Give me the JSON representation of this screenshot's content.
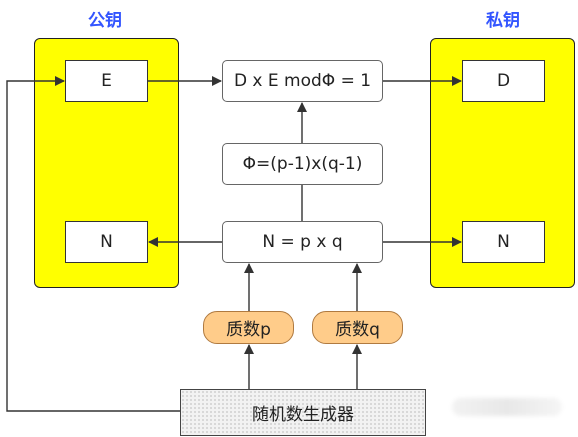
{
  "diagram": {
    "public_key_title": "公钥",
    "private_key_title": "私钥",
    "public_e": "E",
    "public_n": "N",
    "private_d": "D",
    "private_n": "N",
    "formula_de": "D x E modΦ = 1",
    "formula_phi": "Φ=(p-1)x(q-1)",
    "formula_n": "N = p x q",
    "prime_p": "质数p",
    "prime_q": "质数q",
    "random_generator": "随机数生成器"
  },
  "colors": {
    "key_panel": "#ffff00",
    "title": "#3355ff",
    "prime_fill": "#ffcc8a"
  }
}
